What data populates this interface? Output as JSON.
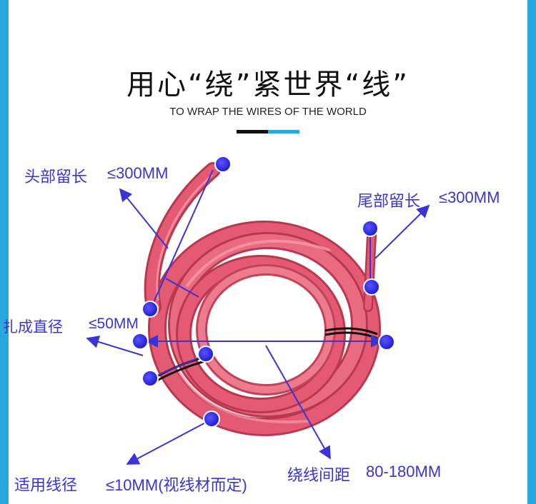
{
  "heading": {
    "title": "用心“绕”紧世界“线”",
    "subtitle": "TO WRAP THE WIRES OF THE WORLD"
  },
  "annotations": {
    "head_length": {
      "label": "头部留长",
      "value": "≤300MM"
    },
    "tail_length": {
      "label": "尾部留长",
      "value": "≤300MM"
    },
    "bundle_diameter": {
      "label": "扎成直径",
      "value": "≤50MM"
    },
    "wire_diameter": {
      "label": "适用线径",
      "value": "≤10MM(视线材而定)"
    },
    "coil_spacing": {
      "label": "绕线间距",
      "value": "80-180MM"
    }
  },
  "colors": {
    "accent_blue": "#29a7df",
    "annotation": "#3a34d6",
    "cable": "#e35a72",
    "cable_highlight": "#f59aa8",
    "cable_shadow": "#b83850"
  },
  "illustration": {
    "subject": "red-coiled-cable",
    "markers": "blue-dot-markers"
  }
}
